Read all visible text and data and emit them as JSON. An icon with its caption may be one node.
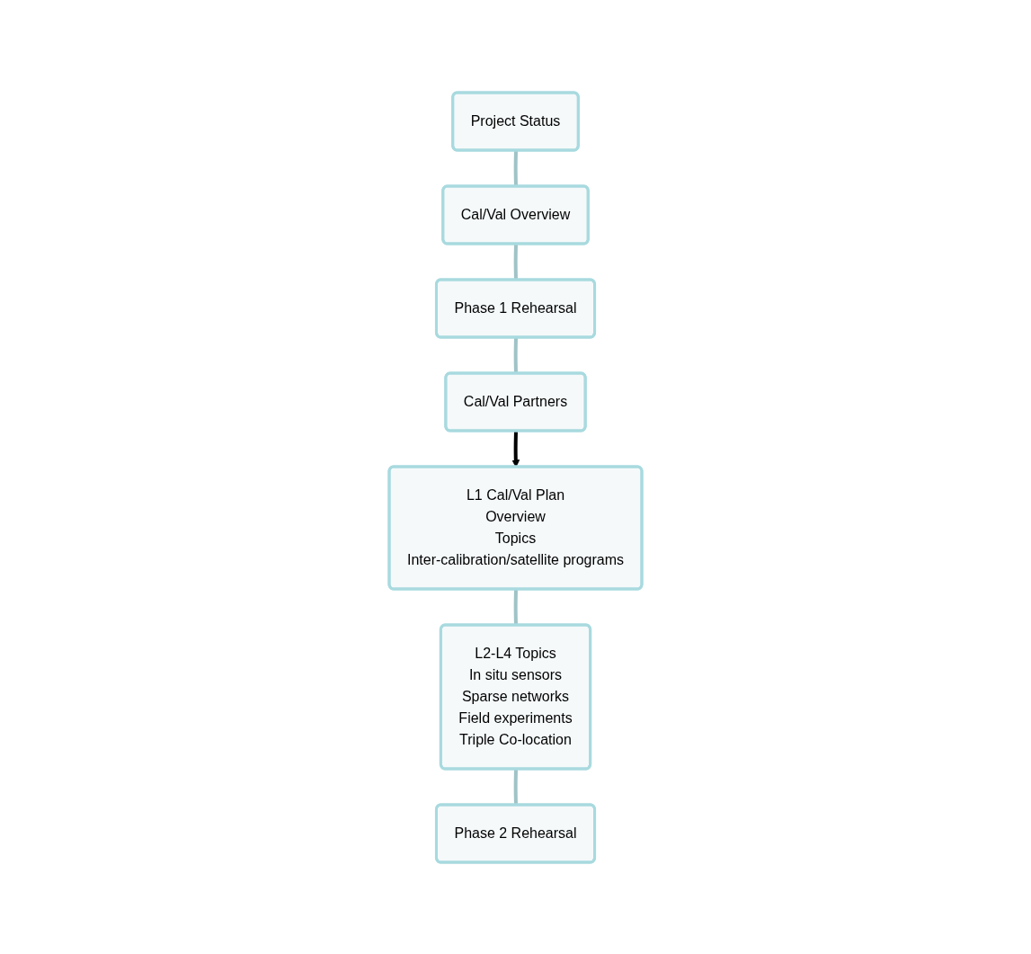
{
  "diagram": {
    "nodes": [
      {
        "text": [
          "Project Status"
        ]
      },
      {
        "text": [
          "Cal/Val Overview"
        ]
      },
      {
        "text": [
          "Phase 1 Rehearsal"
        ]
      },
      {
        "text": [
          "Cal/Val Partners"
        ]
      },
      {
        "text": [
          "L1 Cal/Val Plan",
          "Overview",
          "Topics",
          "Inter-calibration/satellite programs"
        ]
      },
      {
        "text": [
          "L2-L4 Topics",
          "In situ sensors",
          "Sparse networks",
          "Field experiments",
          "Triple Co-location"
        ]
      },
      {
        "text": [
          "Phase 2 Rehearsal"
        ]
      }
    ],
    "edges": [
      {
        "from": 0,
        "to": 1,
        "arrow": "none"
      },
      {
        "from": 1,
        "to": 2,
        "arrow": "none"
      },
      {
        "from": 2,
        "to": 3,
        "arrow": "none"
      },
      {
        "from": 3,
        "to": 4,
        "arrow": "to",
        "color": "#000000"
      },
      {
        "from": 4,
        "to": 5,
        "arrow": "none"
      },
      {
        "from": 5,
        "to": 6,
        "arrow": "none"
      }
    ]
  }
}
